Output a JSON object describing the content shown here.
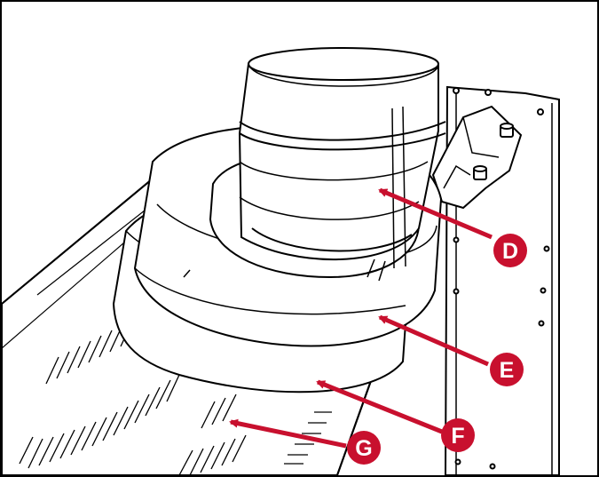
{
  "colors": {
    "outline": "#000000",
    "background": "#ffffff",
    "callout": "#c8102e",
    "callout_text": "#ffffff"
  },
  "callouts": [
    {
      "id": "D",
      "label": "D"
    },
    {
      "id": "E",
      "label": "E"
    },
    {
      "id": "F",
      "label": "F"
    },
    {
      "id": "G",
      "label": "G"
    }
  ]
}
